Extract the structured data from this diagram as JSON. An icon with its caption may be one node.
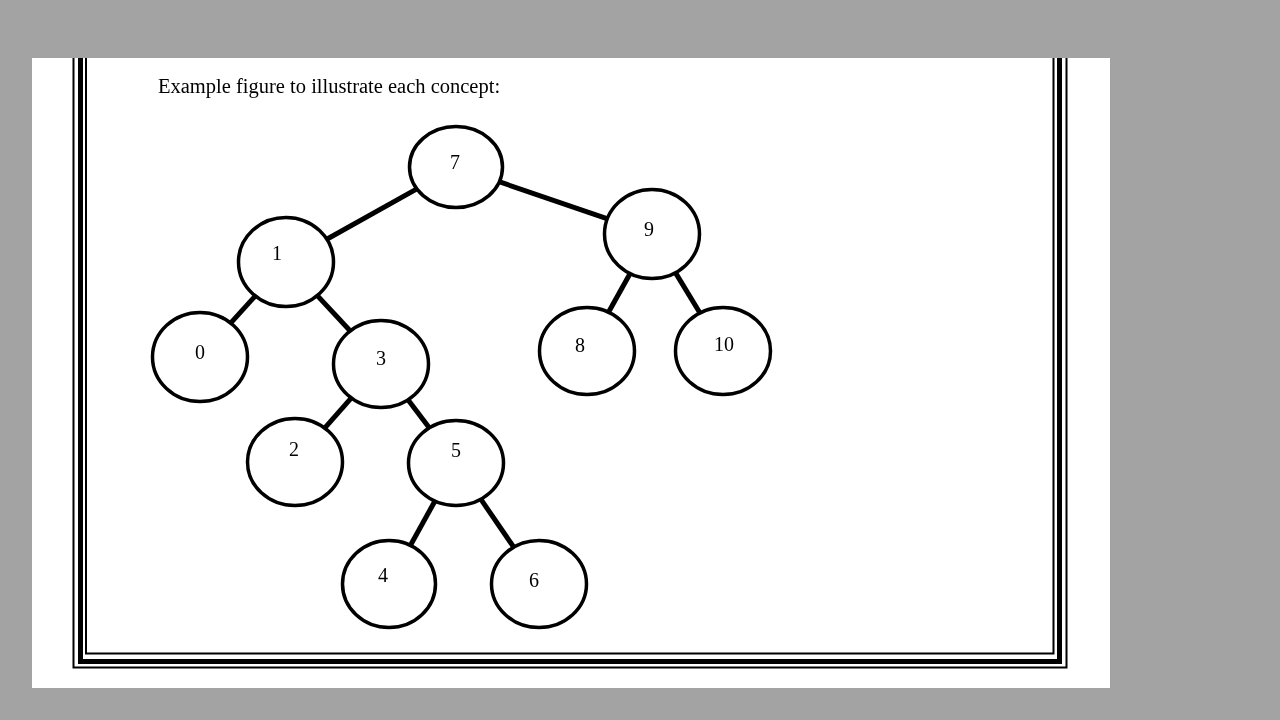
{
  "diagram": {
    "title": "Example figure to illustrate each concept:",
    "nodes": [
      {
        "text": [
          "7"
        ]
      },
      {
        "text": [
          "1"
        ]
      },
      {
        "text": [
          "9"
        ]
      },
      {
        "text": [
          "0"
        ]
      },
      {
        "text": [
          "3"
        ]
      },
      {
        "text": [
          "8"
        ]
      },
      {
        "text": [
          "10"
        ]
      },
      {
        "text": [
          "2"
        ]
      },
      {
        "text": [
          "5"
        ]
      },
      {
        "text": [
          "4"
        ]
      },
      {
        "text": [
          "6"
        ]
      }
    ],
    "edges": [
      {
        "from": 0,
        "to": 1,
        "arrow": "none"
      },
      {
        "from": 0,
        "to": 2,
        "arrow": "none"
      },
      {
        "from": 1,
        "to": 3,
        "arrow": "none"
      },
      {
        "from": 1,
        "to": 4,
        "arrow": "none"
      },
      {
        "from": 2,
        "to": 5,
        "arrow": "none"
      },
      {
        "from": 2,
        "to": 6,
        "arrow": "none"
      },
      {
        "from": 4,
        "to": 7,
        "arrow": "none"
      },
      {
        "from": 4,
        "to": 8,
        "arrow": "none"
      },
      {
        "from": 8,
        "to": 9,
        "arrow": "none"
      },
      {
        "from": 8,
        "to": 10,
        "arrow": "none"
      }
    ]
  }
}
